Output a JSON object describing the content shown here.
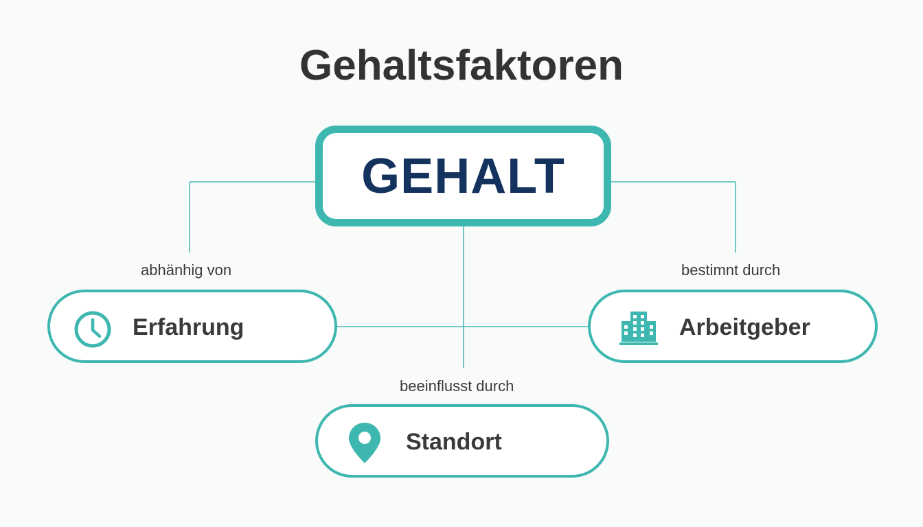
{
  "title": "Gehaltsfaktoren",
  "center": {
    "label": "GEHALT"
  },
  "factors": [
    {
      "label": "Erfahrung",
      "relation": "abhänhig von",
      "icon": "clock-icon"
    },
    {
      "label": "Arbeitgeber",
      "relation": "bestimnt durch",
      "icon": "building-icon"
    },
    {
      "label": "Standort",
      "relation": "beeinflusst durch",
      "icon": "location-pin-icon"
    }
  ],
  "colors": {
    "accent": "#3db7b0",
    "center_text": "#14325e",
    "text": "#3a3a3a",
    "background": "#f9fafa"
  }
}
